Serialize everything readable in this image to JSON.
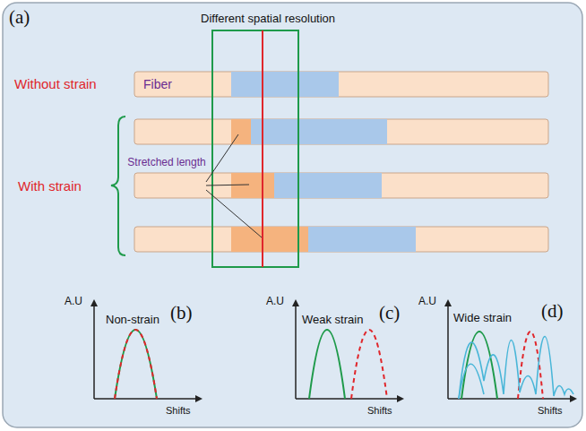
{
  "diagram": {
    "labels": [
      "(a)",
      "Different spatial resolution",
      "Without strain",
      "Fiber",
      "Stretched length",
      "With strain",
      "A.U",
      "Non-strain",
      "(b)",
      "A.U",
      "Weak strain",
      "(c)",
      "A.U",
      "Wide strain",
      "(d)",
      "Shifts",
      "Shifts",
      "Shifts"
    ]
  }
}
